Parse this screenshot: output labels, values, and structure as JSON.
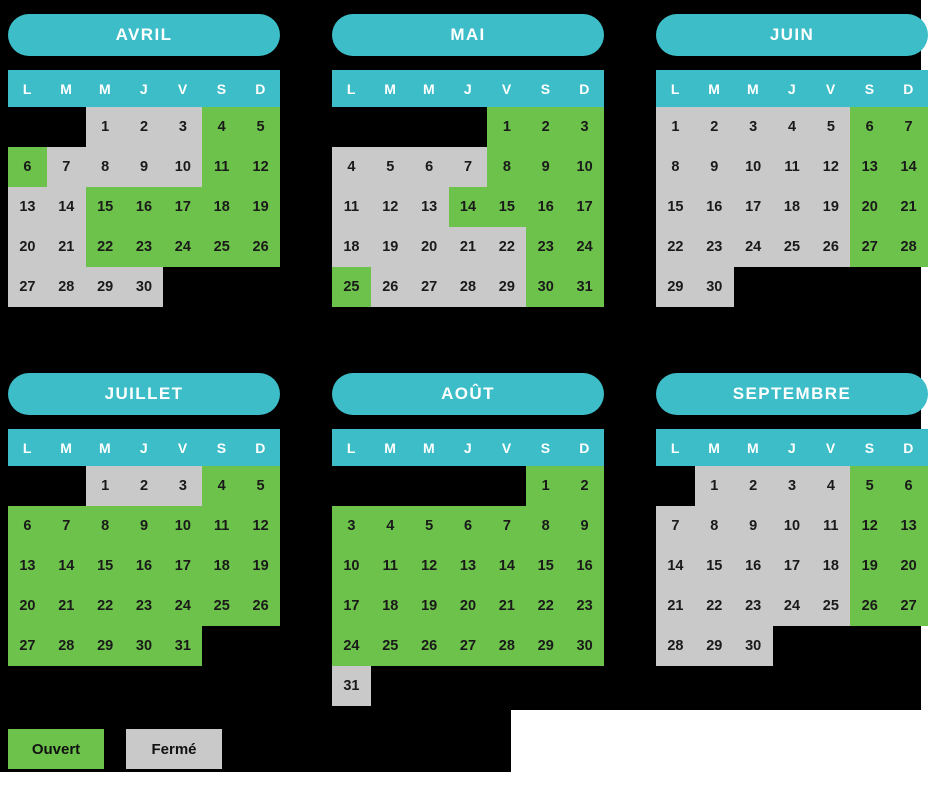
{
  "colors": {
    "header_teal": "#3cbdc8",
    "open_green": "#6cc24a",
    "closed_grey": "#c9c9c9",
    "backdrop": "#000000",
    "text_dark": "#1a1a1a",
    "text_light": "#ffffff"
  },
  "weekday_labels": [
    "L",
    "M",
    "M",
    "J",
    "V",
    "S",
    "D"
  ],
  "legend": {
    "open_label": "Ouvert",
    "closed_label": "Fermé"
  },
  "months": [
    {
      "name": "AVRIL",
      "lead_blanks": 2,
      "days": [
        {
          "n": "1",
          "state": "closed"
        },
        {
          "n": "2",
          "state": "closed"
        },
        {
          "n": "3",
          "state": "closed"
        },
        {
          "n": "4",
          "state": "open"
        },
        {
          "n": "5",
          "state": "open"
        },
        {
          "n": "6",
          "state": "open"
        },
        {
          "n": "7",
          "state": "closed"
        },
        {
          "n": "8",
          "state": "closed"
        },
        {
          "n": "9",
          "state": "closed"
        },
        {
          "n": "10",
          "state": "closed"
        },
        {
          "n": "11",
          "state": "open"
        },
        {
          "n": "12",
          "state": "open"
        },
        {
          "n": "13",
          "state": "closed"
        },
        {
          "n": "14",
          "state": "closed"
        },
        {
          "n": "15",
          "state": "open"
        },
        {
          "n": "16",
          "state": "open"
        },
        {
          "n": "17",
          "state": "open"
        },
        {
          "n": "18",
          "state": "open"
        },
        {
          "n": "19",
          "state": "open"
        },
        {
          "n": "20",
          "state": "closed"
        },
        {
          "n": "21",
          "state": "closed"
        },
        {
          "n": "22",
          "state": "open"
        },
        {
          "n": "23",
          "state": "open"
        },
        {
          "n": "24",
          "state": "open"
        },
        {
          "n": "25",
          "state": "open"
        },
        {
          "n": "26",
          "state": "open"
        },
        {
          "n": "27",
          "state": "closed"
        },
        {
          "n": "28",
          "state": "closed"
        },
        {
          "n": "29",
          "state": "closed"
        },
        {
          "n": "30",
          "state": "closed"
        }
      ]
    },
    {
      "name": "MAI",
      "lead_blanks": 4,
      "days": [
        {
          "n": "1",
          "state": "open"
        },
        {
          "n": "2",
          "state": "open"
        },
        {
          "n": "3",
          "state": "open"
        },
        {
          "n": "4",
          "state": "closed"
        },
        {
          "n": "5",
          "state": "closed"
        },
        {
          "n": "6",
          "state": "closed"
        },
        {
          "n": "7",
          "state": "closed"
        },
        {
          "n": "8",
          "state": "open"
        },
        {
          "n": "9",
          "state": "open"
        },
        {
          "n": "10",
          "state": "open"
        },
        {
          "n": "11",
          "state": "closed"
        },
        {
          "n": "12",
          "state": "closed"
        },
        {
          "n": "13",
          "state": "closed"
        },
        {
          "n": "14",
          "state": "open"
        },
        {
          "n": "15",
          "state": "open"
        },
        {
          "n": "16",
          "state": "open"
        },
        {
          "n": "17",
          "state": "open"
        },
        {
          "n": "18",
          "state": "closed"
        },
        {
          "n": "19",
          "state": "closed"
        },
        {
          "n": "20",
          "state": "closed"
        },
        {
          "n": "21",
          "state": "closed"
        },
        {
          "n": "22",
          "state": "closed"
        },
        {
          "n": "23",
          "state": "open"
        },
        {
          "n": "24",
          "state": "open"
        },
        {
          "n": "25",
          "state": "open"
        },
        {
          "n": "26",
          "state": "closed"
        },
        {
          "n": "27",
          "state": "closed"
        },
        {
          "n": "28",
          "state": "closed"
        },
        {
          "n": "29",
          "state": "closed"
        },
        {
          "n": "30",
          "state": "open"
        },
        {
          "n": "31",
          "state": "open"
        }
      ]
    },
    {
      "name": "JUIN",
      "lead_blanks": 0,
      "days": [
        {
          "n": "1",
          "state": "closed"
        },
        {
          "n": "2",
          "state": "closed"
        },
        {
          "n": "3",
          "state": "closed"
        },
        {
          "n": "4",
          "state": "closed"
        },
        {
          "n": "5",
          "state": "closed"
        },
        {
          "n": "6",
          "state": "open"
        },
        {
          "n": "7",
          "state": "open"
        },
        {
          "n": "8",
          "state": "closed"
        },
        {
          "n": "9",
          "state": "closed"
        },
        {
          "n": "10",
          "state": "closed"
        },
        {
          "n": "11",
          "state": "closed"
        },
        {
          "n": "12",
          "state": "closed"
        },
        {
          "n": "13",
          "state": "open"
        },
        {
          "n": "14",
          "state": "open"
        },
        {
          "n": "15",
          "state": "closed"
        },
        {
          "n": "16",
          "state": "closed"
        },
        {
          "n": "17",
          "state": "closed"
        },
        {
          "n": "18",
          "state": "closed"
        },
        {
          "n": "19",
          "state": "closed"
        },
        {
          "n": "20",
          "state": "open"
        },
        {
          "n": "21",
          "state": "open"
        },
        {
          "n": "22",
          "state": "closed"
        },
        {
          "n": "23",
          "state": "closed"
        },
        {
          "n": "24",
          "state": "closed"
        },
        {
          "n": "25",
          "state": "closed"
        },
        {
          "n": "26",
          "state": "closed"
        },
        {
          "n": "27",
          "state": "open"
        },
        {
          "n": "28",
          "state": "open"
        },
        {
          "n": "29",
          "state": "closed"
        },
        {
          "n": "30",
          "state": "closed"
        }
      ]
    },
    {
      "name": "JUILLET",
      "lead_blanks": 2,
      "days": [
        {
          "n": "1",
          "state": "closed"
        },
        {
          "n": "2",
          "state": "closed"
        },
        {
          "n": "3",
          "state": "closed"
        },
        {
          "n": "4",
          "state": "open"
        },
        {
          "n": "5",
          "state": "open"
        },
        {
          "n": "6",
          "state": "open"
        },
        {
          "n": "7",
          "state": "open"
        },
        {
          "n": "8",
          "state": "open"
        },
        {
          "n": "9",
          "state": "open"
        },
        {
          "n": "10",
          "state": "open"
        },
        {
          "n": "11",
          "state": "open"
        },
        {
          "n": "12",
          "state": "open"
        },
        {
          "n": "13",
          "state": "open"
        },
        {
          "n": "14",
          "state": "open"
        },
        {
          "n": "15",
          "state": "open"
        },
        {
          "n": "16",
          "state": "open"
        },
        {
          "n": "17",
          "state": "open"
        },
        {
          "n": "18",
          "state": "open"
        },
        {
          "n": "19",
          "state": "open"
        },
        {
          "n": "20",
          "state": "open"
        },
        {
          "n": "21",
          "state": "open"
        },
        {
          "n": "22",
          "state": "open"
        },
        {
          "n": "23",
          "state": "open"
        },
        {
          "n": "24",
          "state": "open"
        },
        {
          "n": "25",
          "state": "open"
        },
        {
          "n": "26",
          "state": "open"
        },
        {
          "n": "27",
          "state": "open"
        },
        {
          "n": "28",
          "state": "open"
        },
        {
          "n": "29",
          "state": "open"
        },
        {
          "n": "30",
          "state": "open"
        },
        {
          "n": "31",
          "state": "open"
        }
      ]
    },
    {
      "name": "AOÛT",
      "lead_blanks": 5,
      "days": [
        {
          "n": "1",
          "state": "open"
        },
        {
          "n": "2",
          "state": "open"
        },
        {
          "n": "3",
          "state": "open"
        },
        {
          "n": "4",
          "state": "open"
        },
        {
          "n": "5",
          "state": "open"
        },
        {
          "n": "6",
          "state": "open"
        },
        {
          "n": "7",
          "state": "open"
        },
        {
          "n": "8",
          "state": "open"
        },
        {
          "n": "9",
          "state": "open"
        },
        {
          "n": "10",
          "state": "open"
        },
        {
          "n": "11",
          "state": "open"
        },
        {
          "n": "12",
          "state": "open"
        },
        {
          "n": "13",
          "state": "open"
        },
        {
          "n": "14",
          "state": "open"
        },
        {
          "n": "15",
          "state": "open"
        },
        {
          "n": "16",
          "state": "open"
        },
        {
          "n": "17",
          "state": "open"
        },
        {
          "n": "18",
          "state": "open"
        },
        {
          "n": "19",
          "state": "open"
        },
        {
          "n": "20",
          "state": "open"
        },
        {
          "n": "21",
          "state": "open"
        },
        {
          "n": "22",
          "state": "open"
        },
        {
          "n": "23",
          "state": "open"
        },
        {
          "n": "24",
          "state": "open"
        },
        {
          "n": "25",
          "state": "open"
        },
        {
          "n": "26",
          "state": "open"
        },
        {
          "n": "27",
          "state": "open"
        },
        {
          "n": "28",
          "state": "open"
        },
        {
          "n": "29",
          "state": "open"
        },
        {
          "n": "30",
          "state": "open"
        },
        {
          "n": "31",
          "state": "closed"
        }
      ]
    },
    {
      "name": "SEPTEMBRE",
      "lead_blanks": 1,
      "days": [
        {
          "n": "1",
          "state": "closed"
        },
        {
          "n": "2",
          "state": "closed"
        },
        {
          "n": "3",
          "state": "closed"
        },
        {
          "n": "4",
          "state": "closed"
        },
        {
          "n": "5",
          "state": "open"
        },
        {
          "n": "6",
          "state": "open"
        },
        {
          "n": "7",
          "state": "closed"
        },
        {
          "n": "8",
          "state": "closed"
        },
        {
          "n": "9",
          "state": "closed"
        },
        {
          "n": "10",
          "state": "closed"
        },
        {
          "n": "11",
          "state": "closed"
        },
        {
          "n": "12",
          "state": "open"
        },
        {
          "n": "13",
          "state": "open"
        },
        {
          "n": "14",
          "state": "closed"
        },
        {
          "n": "15",
          "state": "closed"
        },
        {
          "n": "16",
          "state": "closed"
        },
        {
          "n": "17",
          "state": "closed"
        },
        {
          "n": "18",
          "state": "closed"
        },
        {
          "n": "19",
          "state": "open"
        },
        {
          "n": "20",
          "state": "open"
        },
        {
          "n": "21",
          "state": "closed"
        },
        {
          "n": "22",
          "state": "closed"
        },
        {
          "n": "23",
          "state": "closed"
        },
        {
          "n": "24",
          "state": "closed"
        },
        {
          "n": "25",
          "state": "closed"
        },
        {
          "n": "26",
          "state": "open"
        },
        {
          "n": "27",
          "state": "open"
        },
        {
          "n": "28",
          "state": "closed"
        },
        {
          "n": "29",
          "state": "closed"
        },
        {
          "n": "30",
          "state": "closed"
        }
      ]
    }
  ]
}
